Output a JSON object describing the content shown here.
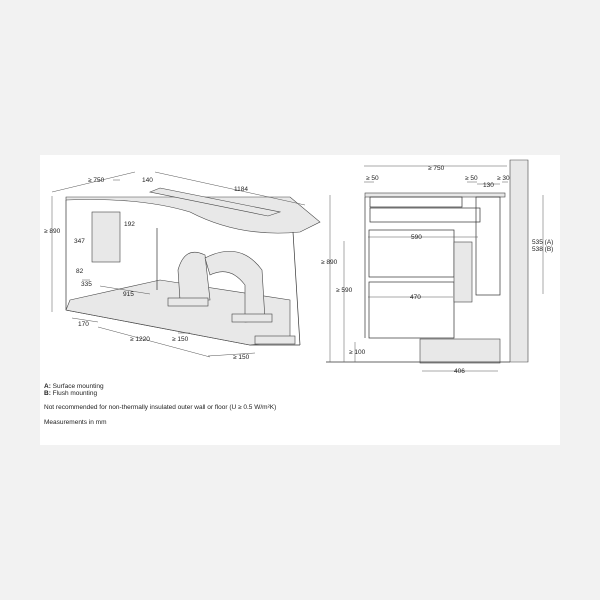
{
  "left_view": {
    "labels": [
      "≥ 750",
      "140",
      "1184",
      "≥ 890",
      "192",
      "347",
      "82",
      "335",
      "915",
      "170",
      "≥ 1220",
      "≥ 150",
      "≥ 150"
    ]
  },
  "right_view": {
    "labels": [
      "≥ 750",
      "≥ 50",
      "≥ 50",
      "130",
      "≥ 30",
      "590",
      "≥ 890",
      "≥ 590",
      "470",
      "535 (A)",
      "538 (B)",
      "≥ 100",
      "406"
    ]
  },
  "notes": {
    "a_key": "A:",
    "a_text": " Surface mounting",
    "b_key": "B:",
    "b_text": " Flush mounting",
    "warning": "Not recommended for non-thermally insulated outer wall or floor (U ≥ 0.5 W/m²K)",
    "units": "Measurements in mm"
  }
}
